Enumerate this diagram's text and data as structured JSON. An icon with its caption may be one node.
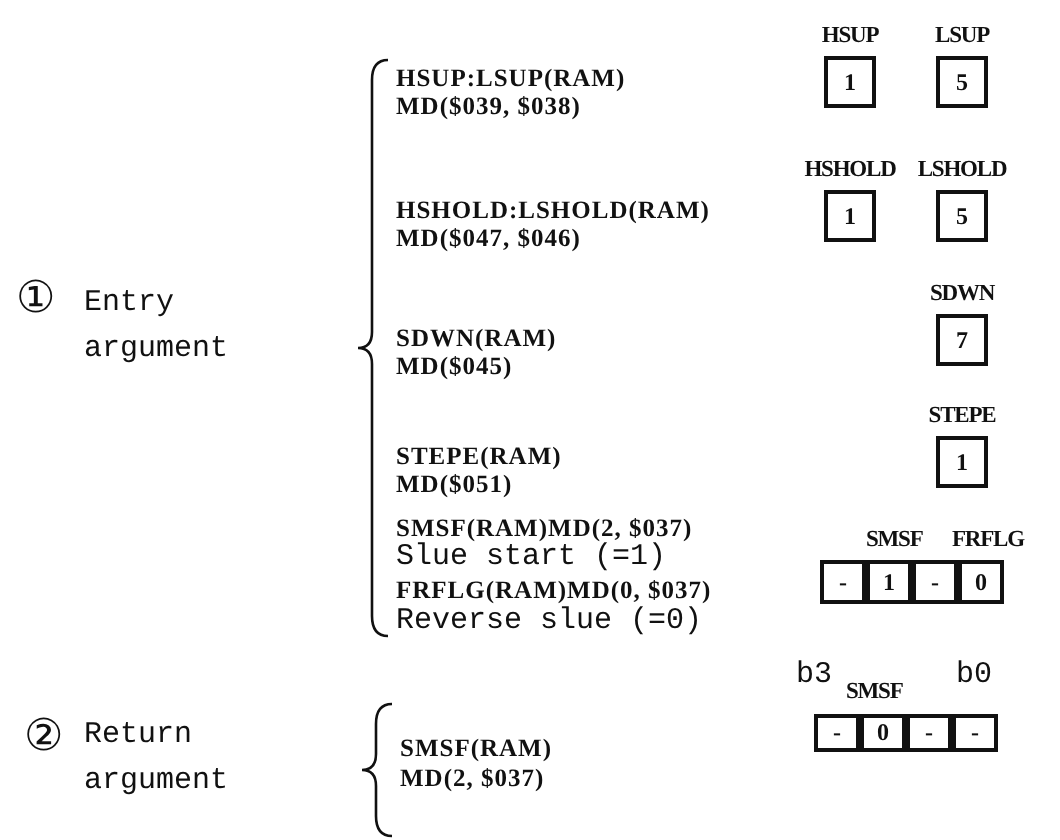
{
  "diagram": {
    "nodes": [
      {
        "text": [
          "HSUP",
          "1"
        ]
      },
      {
        "text": [
          "LSUP",
          "5"
        ]
      },
      {
        "text": [
          "HSHOLD",
          "1"
        ]
      },
      {
        "text": [
          "LSHOLD",
          "5"
        ]
      },
      {
        "text": [
          "SDWN",
          "7"
        ]
      },
      {
        "text": [
          "STEPE",
          "1"
        ]
      },
      {
        "text": [
          "-"
        ]
      },
      {
        "text": [
          "1"
        ]
      },
      {
        "text": [
          "-"
        ]
      },
      {
        "text": [
          "0"
        ]
      },
      {
        "text": [
          "-"
        ]
      },
      {
        "text": [
          "0"
        ]
      },
      {
        "text": [
          "-"
        ]
      },
      {
        "text": [
          "-"
        ]
      }
    ],
    "labels": [
      "①",
      "Entry argument",
      "HSUP:LSUP(RAM)",
      "MD($039, $038)",
      "HSHOLD:LSHOLD(RAM)",
      "MD($047, $046)",
      "SDWN(RAM)",
      "MD($045)",
      "STEPE(RAM)",
      "MD($051)",
      "SMSF(RAM)MD(2, $037)",
      "Slue start (=1)",
      "FRFLG(RAM)MD(0, $037)",
      "Reverse slue (=0)",
      "SMSF",
      "FRFLG",
      "②",
      "Return argument",
      "SMSF(RAM)",
      "MD(2, $037)",
      "b3",
      "SMSF",
      "b0"
    ]
  }
}
